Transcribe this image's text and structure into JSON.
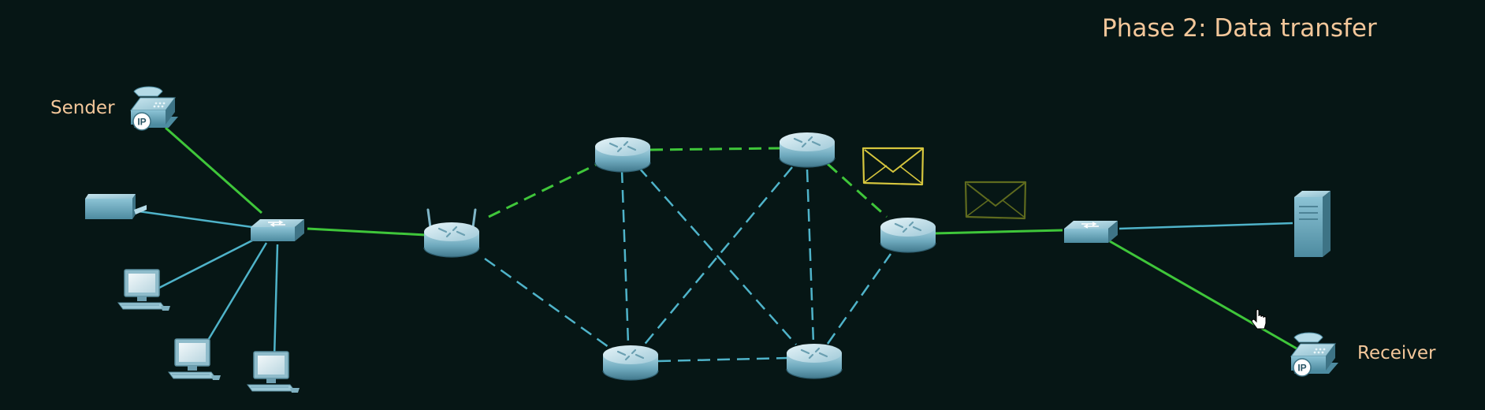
{
  "title": "Phase 2: Data transfer",
  "sender_label": "Sender",
  "receiver_label": "Receiver",
  "colors": {
    "background": "#061615",
    "label": "#f3c79a",
    "active_link": "#3fc63a",
    "idle_link": "#4fb3c9",
    "device": "#5e9fb4",
    "envelope_current": "#d6c63e",
    "envelope_trail": "#5e6a1e"
  },
  "devices": [
    {
      "id": "sender-phone",
      "kind": "ip-phone-icon"
    },
    {
      "id": "printer",
      "kind": "printer-icon"
    },
    {
      "id": "pc-1",
      "kind": "pc-icon"
    },
    {
      "id": "pc-2",
      "kind": "pc-icon"
    },
    {
      "id": "pc-3",
      "kind": "pc-icon"
    },
    {
      "id": "switch-left",
      "kind": "switch-icon"
    },
    {
      "id": "wireless-router",
      "kind": "wireless-router-icon"
    },
    {
      "id": "router-top-left",
      "kind": "router-icon"
    },
    {
      "id": "router-top-right",
      "kind": "router-icon"
    },
    {
      "id": "router-bottom-left",
      "kind": "router-icon"
    },
    {
      "id": "router-bottom-right",
      "kind": "router-icon"
    },
    {
      "id": "router-edge",
      "kind": "router-icon"
    },
    {
      "id": "switch-right",
      "kind": "switch-icon"
    },
    {
      "id": "server",
      "kind": "server-icon"
    },
    {
      "id": "receiver-phone",
      "kind": "ip-phone-icon"
    },
    {
      "id": "envelope-current",
      "kind": "envelope-icon"
    },
    {
      "id": "envelope-trail",
      "kind": "envelope-icon"
    },
    {
      "id": "mouse-cursor",
      "kind": "hand-cursor-icon"
    }
  ],
  "links": [
    {
      "id": "sender-phone-to-switch-left",
      "state": "active",
      "style": "solid"
    },
    {
      "id": "printer-to-switch-left",
      "state": "idle",
      "style": "solid"
    },
    {
      "id": "pc-1-to-switch-left",
      "state": "idle",
      "style": "solid"
    },
    {
      "id": "pc-2-to-switch-left",
      "state": "idle",
      "style": "solid"
    },
    {
      "id": "pc-3-to-switch-left",
      "state": "idle",
      "style": "solid"
    },
    {
      "id": "switch-left-to-wireless-router",
      "state": "active",
      "style": "solid"
    },
    {
      "id": "wireless-router-to-router-top-left",
      "state": "active",
      "style": "dashed"
    },
    {
      "id": "router-top-left-to-router-top-right",
      "state": "active",
      "style": "dashed"
    },
    {
      "id": "router-top-right-to-router-edge",
      "state": "active",
      "style": "dashed"
    },
    {
      "id": "router-edge-to-switch-right",
      "state": "active",
      "style": "solid"
    },
    {
      "id": "switch-right-to-receiver-phone",
      "state": "active",
      "style": "solid"
    },
    {
      "id": "switch-right-to-server",
      "state": "idle",
      "style": "solid"
    },
    {
      "id": "wireless-router-to-router-bottom-left",
      "state": "idle",
      "style": "dashed"
    },
    {
      "id": "router-top-left-to-router-bottom-left",
      "state": "idle",
      "style": "dashed"
    },
    {
      "id": "router-top-left-to-router-bottom-right",
      "state": "idle",
      "style": "dashed"
    },
    {
      "id": "router-top-right-to-router-bottom-left",
      "state": "idle",
      "style": "dashed"
    },
    {
      "id": "router-top-right-to-router-bottom-right",
      "state": "idle",
      "style": "dashed"
    },
    {
      "id": "router-bottom-left-to-router-bottom-right",
      "state": "idle",
      "style": "dashed"
    },
    {
      "id": "router-bottom-right-to-router-edge",
      "state": "idle",
      "style": "dashed"
    }
  ]
}
